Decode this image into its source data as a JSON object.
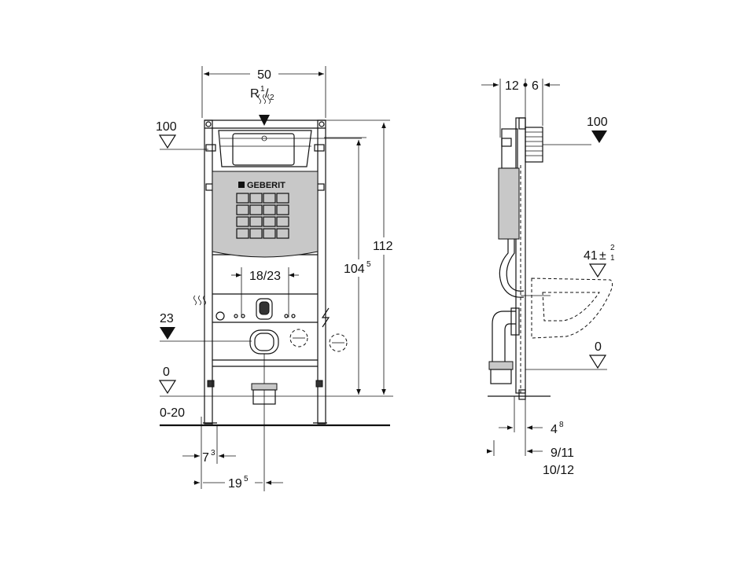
{
  "brand": "GEBERIT",
  "dimensions": {
    "width": "50",
    "pipe_thread": "R",
    "pipe_thread_num": "1",
    "pipe_thread_den": "2",
    "mount_spacing": "18/23",
    "height_total": "112",
    "height_flush_main": "104",
    "height_flush_sup": "5",
    "left_offset_main": "7",
    "left_offset_sup": "3",
    "center_offset_main": "19",
    "center_offset_sup": "5",
    "floor_range": "0-20",
    "side_depth_a": "12",
    "side_depth_b": "6",
    "seat_height_main": "41",
    "seat_tol_plus": "2",
    "seat_tol_minus": "1",
    "side_bottom_a_main": "4",
    "side_bottom_a_sup": "8",
    "side_bottom_b": "9/11",
    "side_bottom_c": "10/12"
  },
  "levels": {
    "front_top": "100",
    "front_supply": "23",
    "front_floor": "0",
    "side_top": "100",
    "side_floor": "0"
  },
  "icons": {
    "water_supply": "water-supply-icon",
    "electrical": "lightning-bolt-icon",
    "level_marker": "level-triangle-icon"
  }
}
